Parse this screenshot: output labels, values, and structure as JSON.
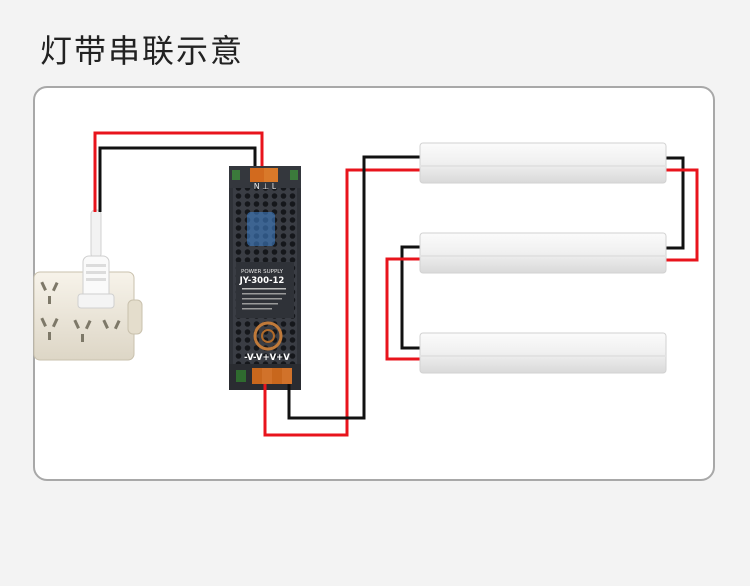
{
  "title": "灯带串联示意",
  "power_supply": {
    "header_label": "POWER SUPPLY",
    "model": "JY-300-12",
    "input_terminals": "N ⊥ L",
    "output_terminals": "-V-V+V+V"
  },
  "colors": {
    "background": "#f3f3f3",
    "panel": "#ffffff",
    "panel_border": "#a8a8a8",
    "wire_live": "#e8141c",
    "wire_neutral": "#111111",
    "supply_body": "#3a3d44"
  }
}
